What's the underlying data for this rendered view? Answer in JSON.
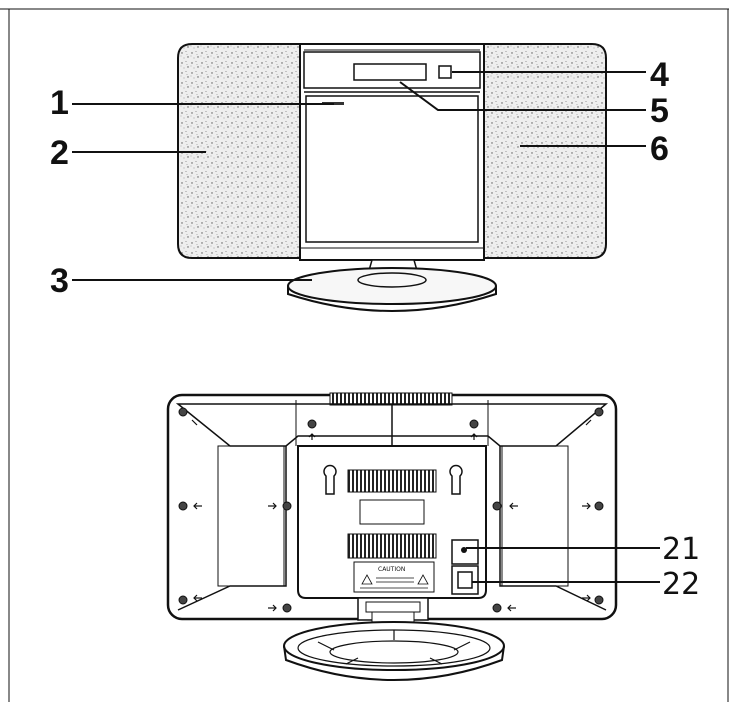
{
  "diagram": {
    "callouts_front": [
      {
        "id": "c1",
        "label": "1"
      },
      {
        "id": "c2",
        "label": "2"
      },
      {
        "id": "c3",
        "label": "3"
      },
      {
        "id": "c4",
        "label": "4"
      },
      {
        "id": "c5",
        "label": "5"
      },
      {
        "id": "c6",
        "label": "6"
      }
    ],
    "callouts_rear": [
      {
        "id": "c21",
        "label": "21"
      },
      {
        "id": "c22",
        "label": "22"
      }
    ],
    "caution_label": "CAUTION",
    "colors": {
      "line": "#111111",
      "speaker": "#e9e9e9",
      "body": "#ffffff"
    }
  }
}
